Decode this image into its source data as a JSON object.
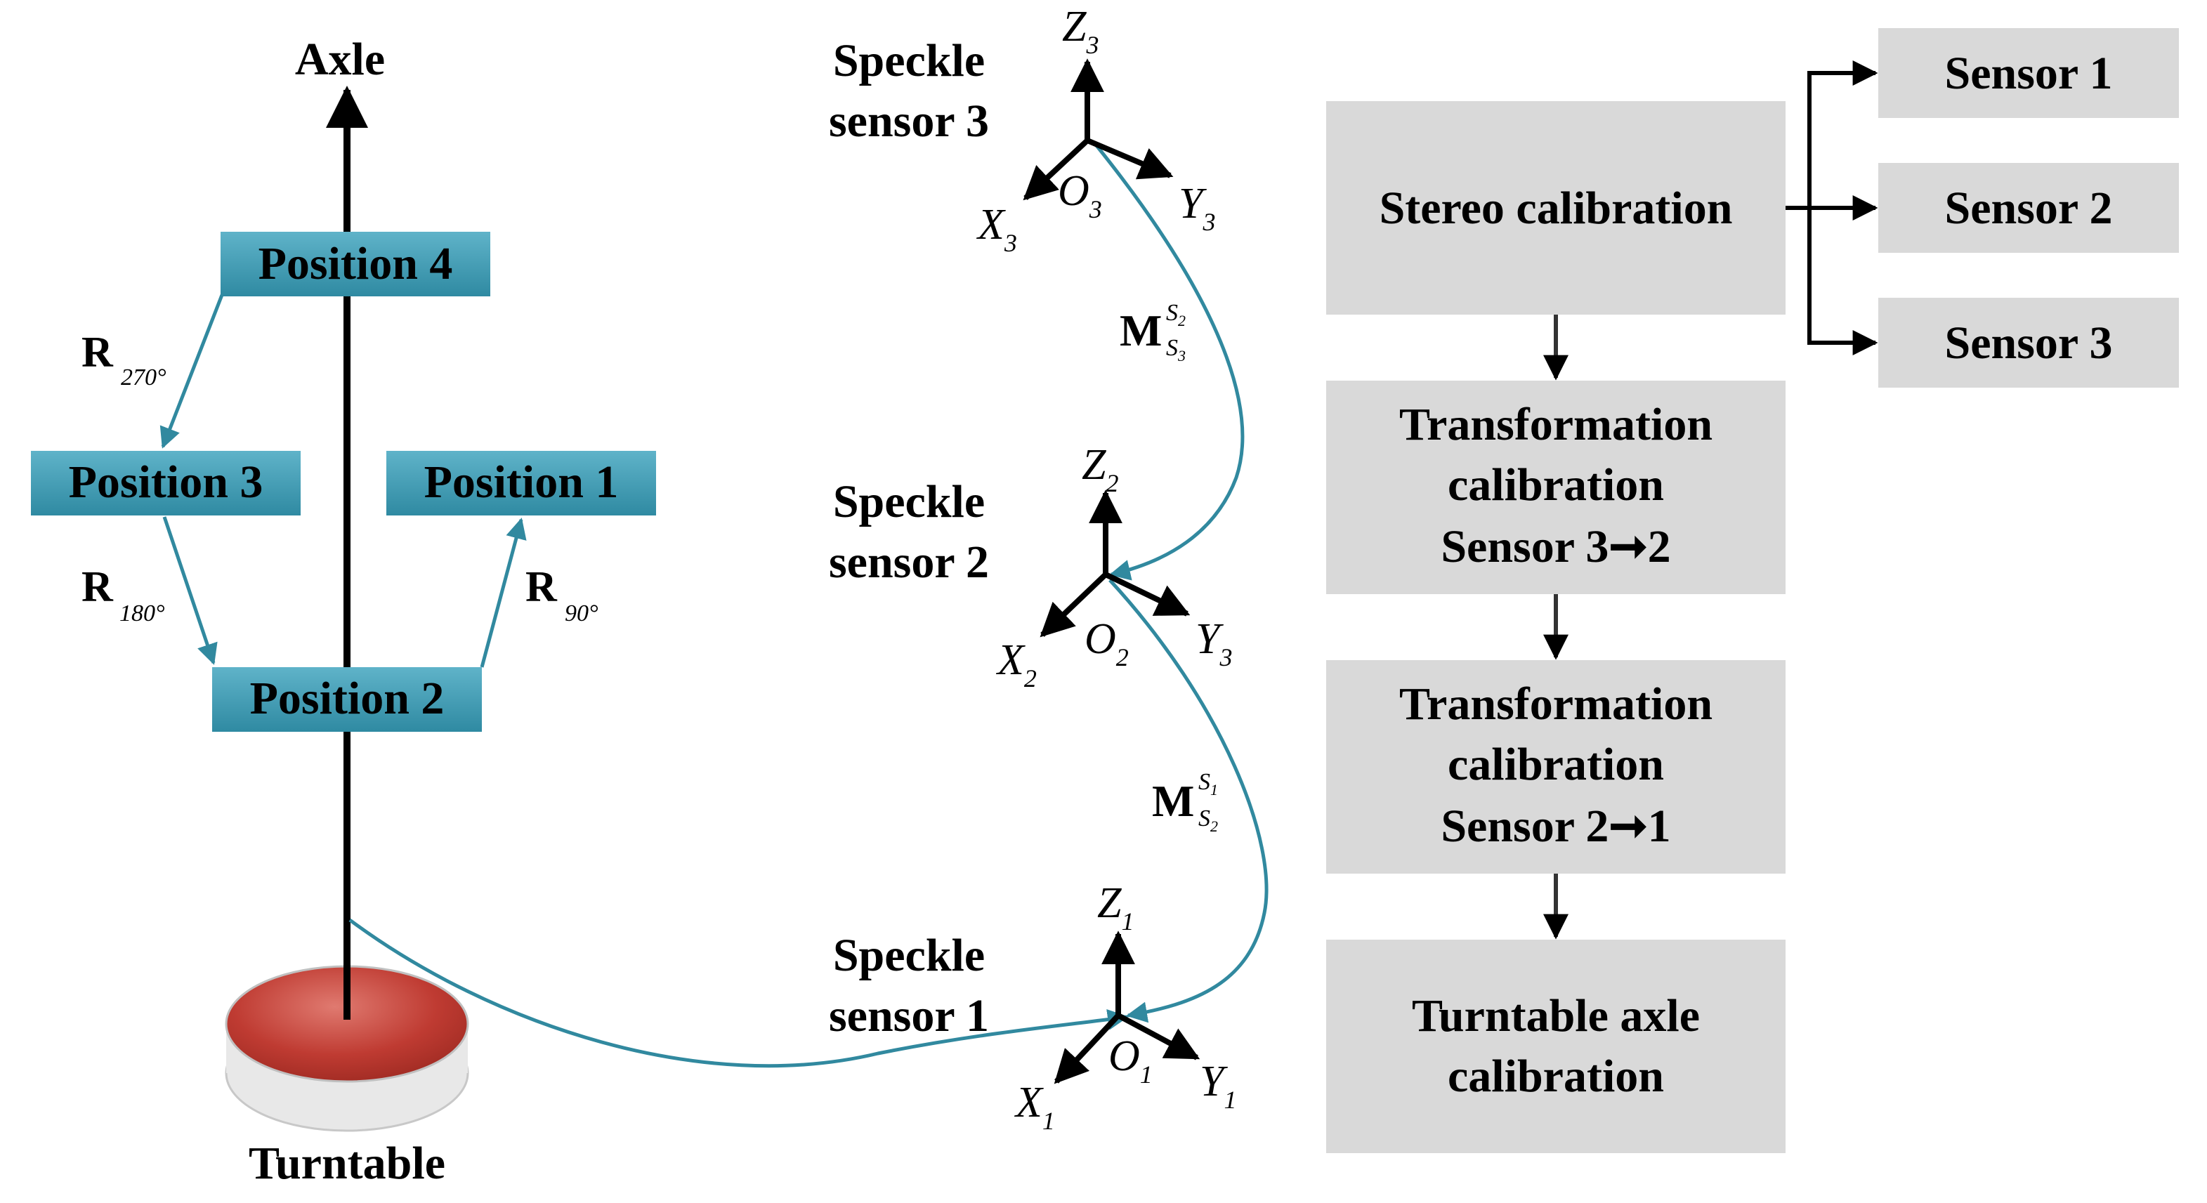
{
  "axle": {
    "label": "Axle",
    "turntable_label": "Turntable"
  },
  "positions": {
    "p4": "Position 4",
    "p3": "Position 3",
    "p1": "Position 1",
    "p2": "Position 2"
  },
  "rotations": {
    "r270": {
      "symbol": "R",
      "sub": "270°"
    },
    "r180": {
      "symbol": "R",
      "sub": "180°"
    },
    "r90": {
      "symbol": "R",
      "sub": "90°"
    }
  },
  "sensors": {
    "s3": {
      "line1": "Speckle",
      "line2": "sensor 3"
    },
    "s2": {
      "line1": "Speckle",
      "line2": "sensor 2"
    },
    "s1": {
      "line1": "Speckle",
      "line2": "sensor 1"
    }
  },
  "frames": {
    "f3": {
      "z": "Z",
      "zs": "3",
      "y": "Y",
      "ys": "3",
      "x": "X",
      "xs": "3",
      "o": "O",
      "os": "3"
    },
    "f2": {
      "z": "Z",
      "zs": "2",
      "y": "Y",
      "ys": "3",
      "x": "X",
      "xs": "2",
      "o": "O",
      "os": "2"
    },
    "f1": {
      "z": "Z",
      "zs": "1",
      "y": "Y",
      "ys": "1",
      "x": "X",
      "xs": "1",
      "o": "O",
      "os": "1"
    }
  },
  "matrices": {
    "m32": {
      "symbol": "M",
      "sup": "S",
      "supsub": "2",
      "sub": "S",
      "subsub": "3"
    },
    "m21": {
      "symbol": "M",
      "sup": "S",
      "supsub": "1",
      "sub": "S",
      "subsub": "2"
    }
  },
  "flow": {
    "stereo": "Stereo calibration",
    "trans32_l1": "Transformation",
    "trans32_l2": "calibration",
    "trans32_l3": "Sensor 3➞2",
    "trans21_l1": "Transformation",
    "trans21_l2": "calibration",
    "trans21_l3": "Sensor 2➞1",
    "turntable_l1": "Turntable axle",
    "turntable_l2": "calibration",
    "out1": "Sensor 1",
    "out2": "Sensor 2",
    "out3": "Sensor 3"
  },
  "colors": {
    "teal": "#31899f",
    "box_gray": "#d9d9d9",
    "turntable_red": "#b7332c"
  }
}
